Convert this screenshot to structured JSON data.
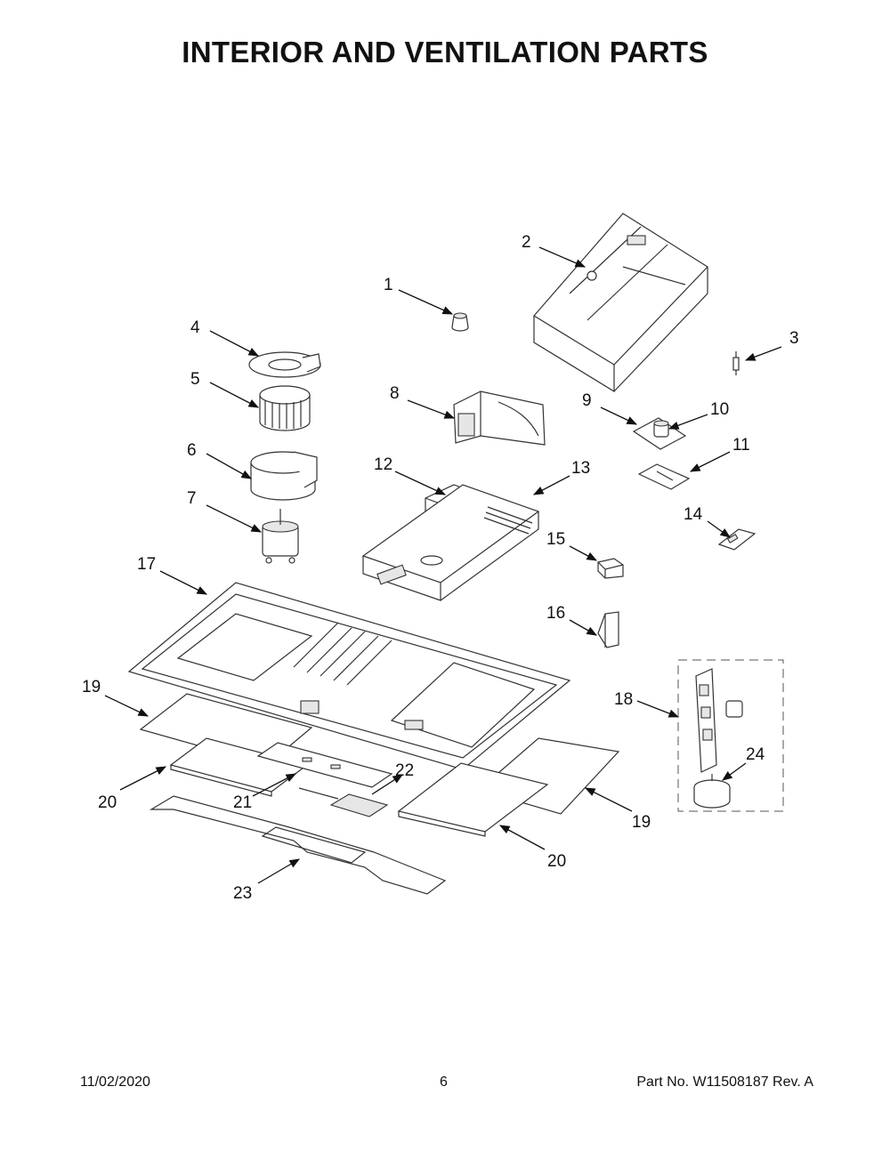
{
  "title": "INTERIOR AND VENTILATION PARTS",
  "footer": {
    "date": "11/02/2020",
    "page": "6",
    "part_label": "Part No.  W11508187  Rev.  A"
  },
  "callouts": [
    {
      "id": "c1",
      "label": "1"
    },
    {
      "id": "c2",
      "label": "2"
    },
    {
      "id": "c3",
      "label": "3"
    },
    {
      "id": "c4",
      "label": "4"
    },
    {
      "id": "c5",
      "label": "5"
    },
    {
      "id": "c6",
      "label": "6"
    },
    {
      "id": "c7",
      "label": "7"
    },
    {
      "id": "c8",
      "label": "8"
    },
    {
      "id": "c9",
      "label": "9"
    },
    {
      "id": "c10",
      "label": "10"
    },
    {
      "id": "c11",
      "label": "11"
    },
    {
      "id": "c12",
      "label": "12"
    },
    {
      "id": "c13",
      "label": "13"
    },
    {
      "id": "c14",
      "label": "14"
    },
    {
      "id": "c15",
      "label": "15"
    },
    {
      "id": "c16",
      "label": "16"
    },
    {
      "id": "c17",
      "label": "17"
    },
    {
      "id": "c18",
      "label": "18"
    },
    {
      "id": "c19a",
      "label": "19"
    },
    {
      "id": "c19b",
      "label": "19"
    },
    {
      "id": "c20a",
      "label": "20"
    },
    {
      "id": "c20b",
      "label": "20"
    },
    {
      "id": "c21",
      "label": "21"
    },
    {
      "id": "c22",
      "label": "22"
    },
    {
      "id": "c23",
      "label": "23"
    },
    {
      "id": "c24",
      "label": "24"
    }
  ]
}
